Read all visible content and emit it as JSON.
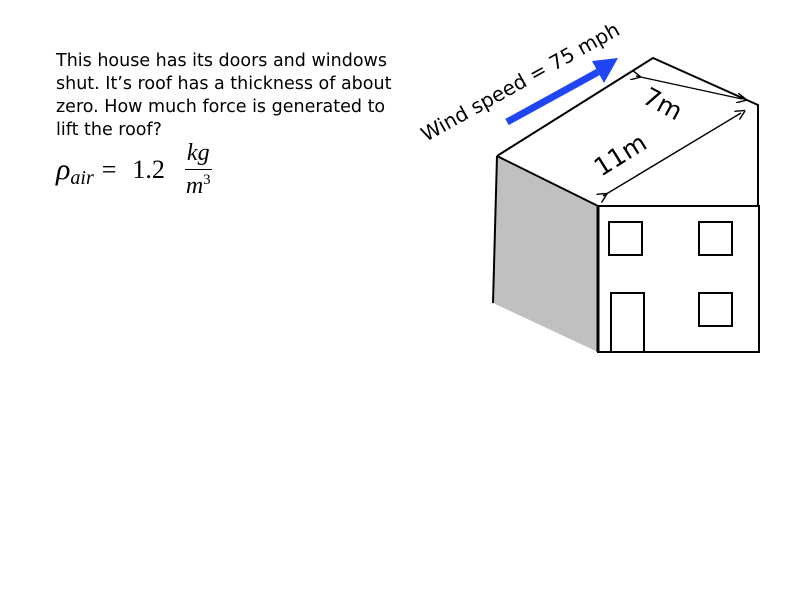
{
  "question": {
    "text": "This house has its doors and windows shut. It’s roof has a thickness of about zero. How much force is generated to lift the roof?"
  },
  "formula": {
    "symbol": "ρ",
    "subscript": "air",
    "equals": "=",
    "value": "1.2",
    "unit_numerator": "kg",
    "unit_denominator_base": "m",
    "unit_denominator_exponent": "3"
  },
  "diagram": {
    "wind_label": "Wind speed = 75 mph",
    "width_label": "7m",
    "length_label": "11m",
    "colors": {
      "arrow": "#1f45f5",
      "shadow_wall": "#c0c0c0",
      "stroke": "#000000",
      "background": "#ffffff"
    }
  }
}
